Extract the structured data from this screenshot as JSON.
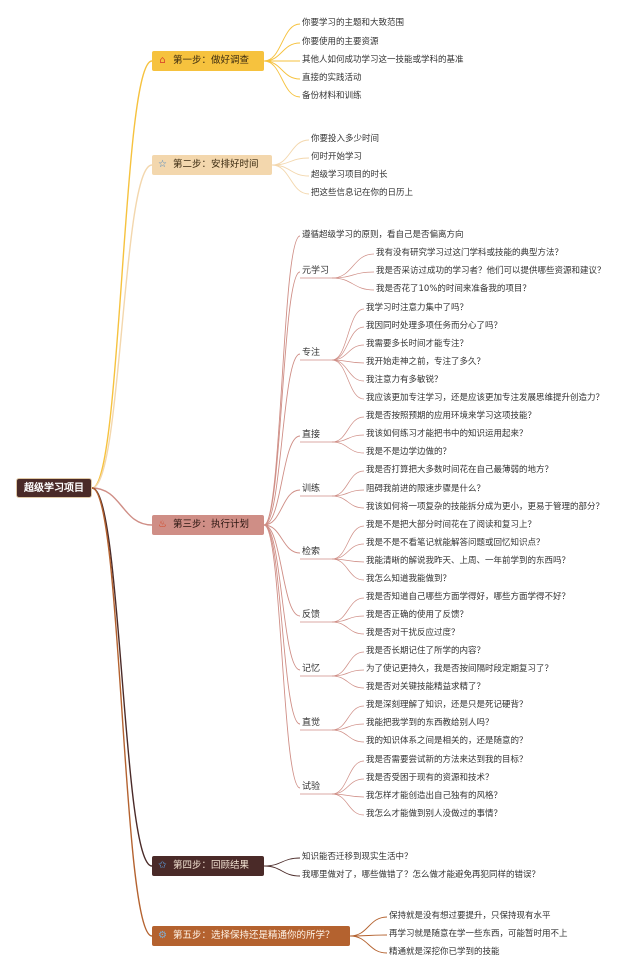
{
  "root": {
    "label": "超级学习项目"
  },
  "steps": [
    {
      "label": "第一步：做好调查",
      "icon": "home-icon",
      "glyph": "⌂",
      "color": "#f6c23e",
      "items": [
        "你要学习的主题和大致范围",
        "你要使用的主要资源",
        "其他人如何成功学习这一技能或学科的基准",
        "直接的实践活动",
        "备份材料和训练"
      ]
    },
    {
      "label": "第二步：安排好时间",
      "icon": "star-icon",
      "glyph": "☆",
      "color": "#f3d7ad",
      "items": [
        "你要投入多少时间",
        "何时开始学习",
        "超级学习项目的时长",
        "把这些信息记在你的日历上"
      ]
    },
    {
      "label": "第三步：执行计划",
      "icon": "fire-icon",
      "glyph": "♨",
      "color": "#cf8e86",
      "intro": "遵循超级学习的原则，看自己是否偏离方向",
      "groups": [
        {
          "label": "元学习",
          "items": [
            "我有没有研究学习过这门学科或技能的典型方法？",
            "我是否采访过成功的学习者？他们可以提供哪些资源和建议？",
            "我是否花了10%的时间来准备我的项目？"
          ]
        },
        {
          "label": "专注",
          "items": [
            "我学习时注意力集中了吗？",
            "我因同时处理多项任务而分心了吗？",
            "我需要多长时间才能专注？",
            "我开始走神之前，专注了多久？",
            "我注意力有多敏锐？",
            "我应该更加专注学习，还是应该更加专注发展思维提升创造力？"
          ]
        },
        {
          "label": "直接",
          "items": [
            "我是否按照预期的应用环境来学习这项技能？",
            "我该如何练习才能把书中的知识运用起来？",
            "我是不是边学边做的？"
          ]
        },
        {
          "label": "训练",
          "items": [
            "我是否打算把大多数时间花在自己最薄弱的地方？",
            "阻碍我前进的限速步骤是什么？",
            "我该如何将一项复杂的技能拆分成为更小，更易于管理的部分？"
          ]
        },
        {
          "label": "检索",
          "items": [
            "我是不是把大部分时间花在了阅读和复习上？",
            "我是不是不看笔记就能解答问题或回忆知识点？",
            "我能清晰的解说我昨天、上周、一年前学到的东西吗？",
            "我怎么知道我能做到？"
          ]
        },
        {
          "label": "反馈",
          "items": [
            "我是否知道自己哪些方面学得好，哪些方面学得不好？",
            "我是否正确的使用了反馈？",
            "我是否对干扰反应过度？"
          ]
        },
        {
          "label": "记忆",
          "items": [
            "我是否长期记住了所学的内容？",
            "为了使记更持久，我是否按间隔时段定期复习了？",
            "我是否对关键技能精益求精了？"
          ]
        },
        {
          "label": "直觉",
          "items": [
            "我是深刻理解了知识，还是只是死记硬背？",
            "我能把我学到的东西教给别人吗？",
            "我的知识体系之间是相关的，还是随意的？"
          ]
        },
        {
          "label": "试验",
          "items": [
            "我是否需要尝试新的方法来达到我的目标？",
            "我是否受困于现有的资源和技术？",
            "我怎样才能创造出自己独有的风格？",
            "我怎么才能做到别人没做过的事情？"
          ]
        }
      ]
    },
    {
      "label": "第四步：回顾结果",
      "icon": "star-icon",
      "glyph": "✩",
      "color": "#4a2a28",
      "items": [
        "知识能否迁移到现实生活中？",
        "我哪里做对了，哪些做错了？怎么做才能避免再犯同样的错误？"
      ]
    },
    {
      "label": "第五步：选择保持还是精通你的所学？",
      "icon": "gear-icon",
      "glyph": "⚙",
      "color": "#b4622f",
      "items": [
        "保持就是没有想过要提升，只保持现有水平",
        "再学习就是随意在学一些东西，可能暂时用不上",
        "精通就是深挖你已学到的技能"
      ]
    }
  ]
}
